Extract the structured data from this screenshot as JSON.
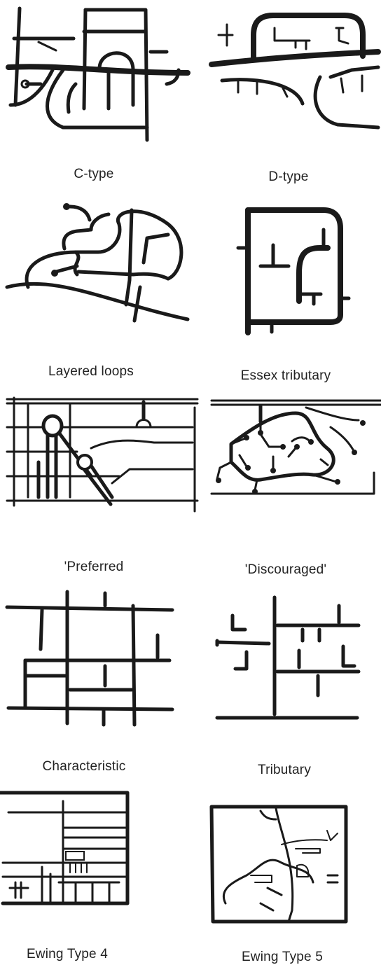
{
  "panels": [
    {
      "id": "c-type",
      "caption": "C-type"
    },
    {
      "id": "d-type",
      "caption": "D-type"
    },
    {
      "id": "layered-loops",
      "caption": "Layered loops"
    },
    {
      "id": "essex-tributary",
      "caption": "Essex tributary"
    },
    {
      "id": "preferred",
      "caption": "'Preferred"
    },
    {
      "id": "discouraged",
      "caption": "'Discouraged'"
    },
    {
      "id": "characteristic",
      "caption": "Characteristic"
    },
    {
      "id": "tributary",
      "caption": "Tributary"
    },
    {
      "id": "ewing-type-4",
      "caption": "Ewing Type 4"
    },
    {
      "id": "ewing-type-5",
      "caption": "Ewing Type 5"
    }
  ]
}
